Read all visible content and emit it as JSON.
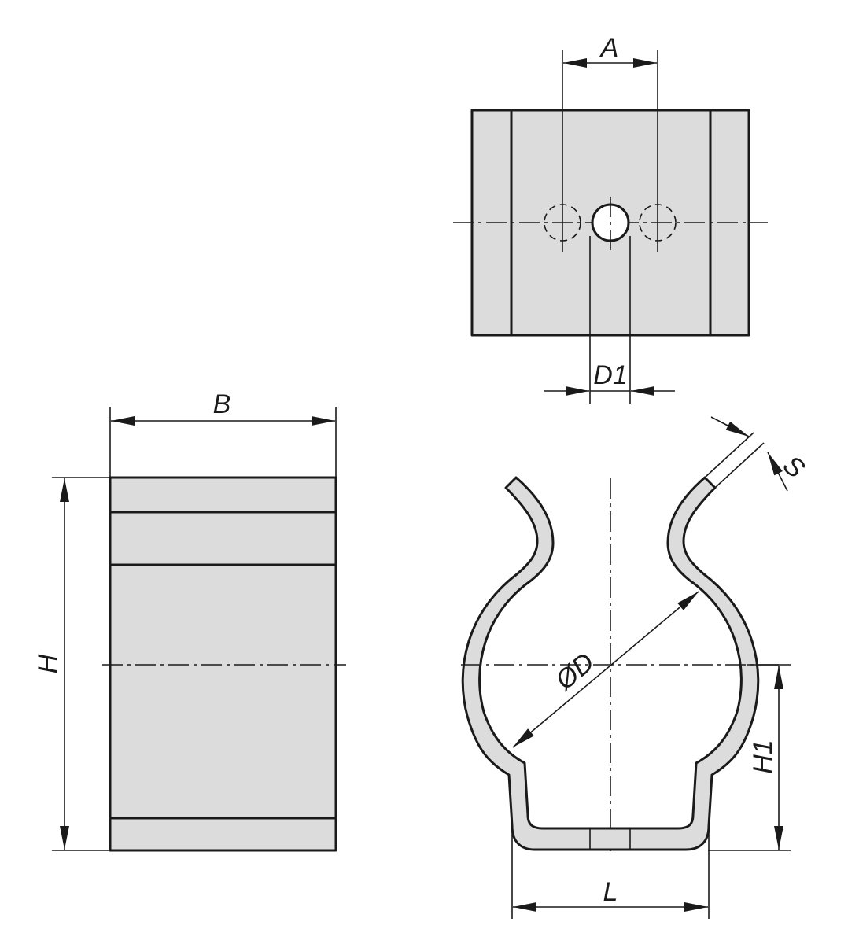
{
  "drawing": {
    "labels": {
      "A": "A",
      "D1": "D1",
      "B": "B",
      "H": "H",
      "S": "S",
      "D": "ØD",
      "H1": "H1",
      "L": "L"
    },
    "colors": {
      "fill": "#dcdcdc",
      "line": "#1a1a1a",
      "background": "#ffffff"
    }
  }
}
